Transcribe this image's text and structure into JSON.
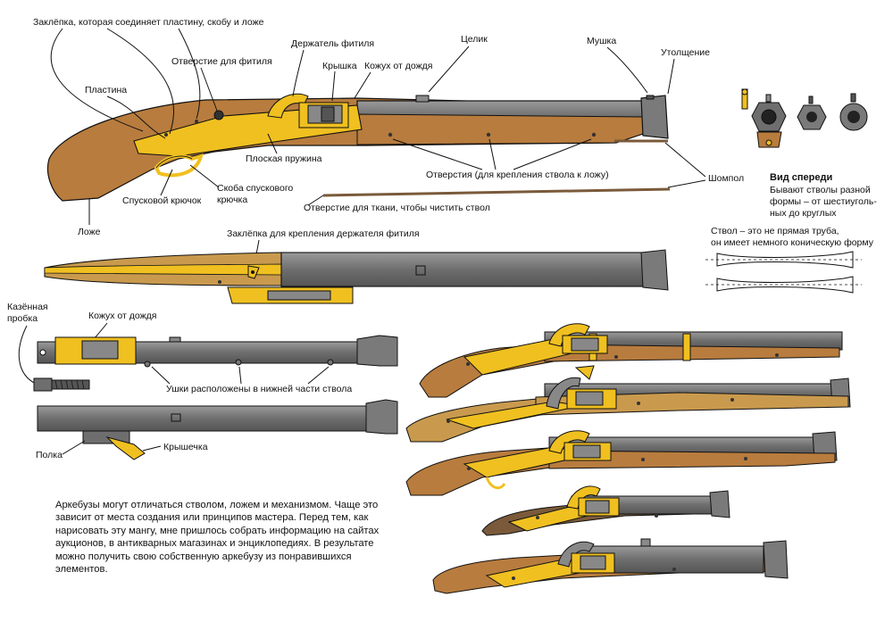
{
  "labels": {
    "zaklepka_main": "Заклёпка, которая соединяет пластину, скобу и ложе",
    "derzhatel_fitilya": "Держатель фитиля",
    "otverstie_fitilya": "Отверстие для фитиля",
    "kryshka": "Крышка",
    "kozhukh_dozhdya": "Кожух от дождя",
    "plastina": "Пластина",
    "tselik": "Целик",
    "mushka": "Мушка",
    "utolshchenie": "Утолщение",
    "ploskaya_pruzhina": "Плоская пружина",
    "otverstiya_kreplenia": "Отверстия (для крепления ствола к ложу)",
    "spuskovoy_kryuchok": "Спусковой крючок",
    "skoba_line1": "Скоба спускового",
    "skoba_line2": "крючка",
    "shompol": "Шомпол",
    "lozhe": "Ложе",
    "otverstie_tkani": "Отверстие для ткани, чтобы чистить ствол",
    "zaklepka_derzhatelya": "Заклёпка для крепления держателя фитиля",
    "kazennaya_line1": "Казённая",
    "kazennaya_line2": "пробка",
    "kozhukh_dozhdya_2": "Кожух от дождя",
    "ushki": "Ушки расположены в нижней части ствола",
    "polka": "Полка",
    "kryshechka": "Крышечка"
  },
  "front_view": {
    "title": "Вид спереди",
    "line1": "Бывают стволы разной",
    "line2": "формы – от шестиуголь-",
    "line3": "ных до круглых"
  },
  "barrel_note": {
    "line1": "Ствол – это не прямая труба,",
    "line2": "он имеет немного коническую форму"
  },
  "paragraph": "Аркебузы могут отличаться стволом, ложем и механизмом. Чаще это зависит от места создания или принципов мастера. Перед тем, как нарисовать эту мангу, мне пришлось собрать информацию на сайтах аукционов, в антикварных магазинах и энциклопедиях. В результате можно получить свою собственную аркебузу из понравившихся элементов.",
  "colors": {
    "wood": "#b87c3e",
    "wood_light": "#c99a4e",
    "wood_dark": "#7a5a3a",
    "brass": "#f0c020",
    "barrel": "#6e6e6e",
    "barrel_light": "#8a8a8a",
    "outline": "#111111"
  }
}
